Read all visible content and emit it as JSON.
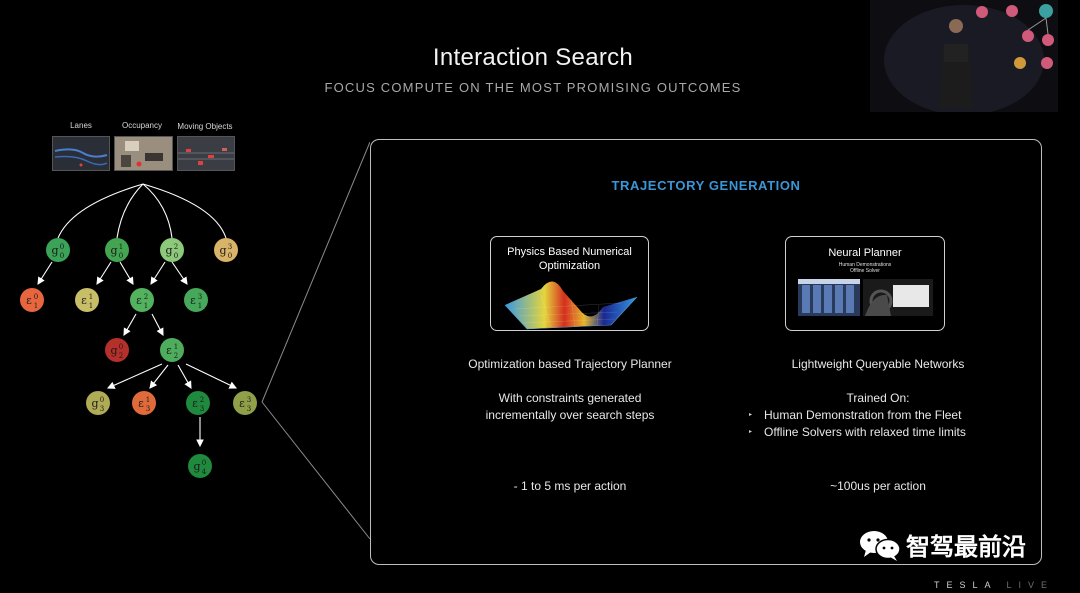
{
  "header": {
    "title": "Interaction Search",
    "subtitle": "FOCUS COMPUTE ON THE MOST PROMISING OUTCOMES"
  },
  "inputs": [
    {
      "label": "Lanes"
    },
    {
      "label": "Occupancy"
    },
    {
      "label": "Moving Objects"
    }
  ],
  "tree": {
    "nodes": [
      {
        "id": "g00",
        "base": "g",
        "sup": "0",
        "sub": "0",
        "color": "#3aa357"
      },
      {
        "id": "g01",
        "base": "g",
        "sup": "1",
        "sub": "0",
        "color": "#43a452"
      },
      {
        "id": "g02",
        "base": "g",
        "sup": "2",
        "sub": "0",
        "color": "#8cc97b"
      },
      {
        "id": "g03",
        "base": "g",
        "sup": "3",
        "sub": "0",
        "color": "#d9b368"
      },
      {
        "id": "e10",
        "base": "ε",
        "sup": "0",
        "sub": "1",
        "color": "#e8663e"
      },
      {
        "id": "e11",
        "base": "ε",
        "sup": "1",
        "sub": "1",
        "color": "#c8be68"
      },
      {
        "id": "e12",
        "base": "ε",
        "sup": "2",
        "sub": "1",
        "color": "#52b25e"
      },
      {
        "id": "e13",
        "base": "ε",
        "sup": "3",
        "sub": "1",
        "color": "#46a85b"
      },
      {
        "id": "g20",
        "base": "g",
        "sup": "0",
        "sub": "2",
        "color": "#b5302b"
      },
      {
        "id": "e21",
        "base": "ε",
        "sup": "1",
        "sub": "2",
        "color": "#4ead5c"
      },
      {
        "id": "g30",
        "base": "g",
        "sup": "0",
        "sub": "3",
        "color": "#b0ab55"
      },
      {
        "id": "e31",
        "base": "ε",
        "sup": "1",
        "sub": "3",
        "color": "#e06a3a"
      },
      {
        "id": "e32",
        "base": "ε",
        "sup": "2",
        "sub": "3",
        "color": "#1f8a3d"
      },
      {
        "id": "e33",
        "base": "ε",
        "sup": "3",
        "sub": "3",
        "color": "#8ea048"
      },
      {
        "id": "g40",
        "base": "g",
        "sup": "0",
        "sub": "4",
        "color": "#1f8a3d"
      }
    ]
  },
  "panel": {
    "title": "TRAJECTORY GENERATION",
    "left": {
      "card_title": "Physics Based Numerical Optimization",
      "heading": "Optimization based Trajectory Planner",
      "desc_line1": "With constraints generated",
      "desc_line2": "incrementally over search steps",
      "timing": "- 1 to 5 ms per action"
    },
    "right": {
      "card_title": "Neural Planner",
      "card_sub1": "Human Demonstrations",
      "card_sub2": "Offline Solver",
      "heading": "Lightweight Queryable Networks",
      "trained_on": "Trained On:",
      "bullets": [
        "Human Demonstration from the Fleet",
        "Offline Solvers with relaxed time limits"
      ],
      "timing": "~100us per action"
    }
  },
  "watermark": "智驾最前沿",
  "footer": {
    "brand": "TESLA",
    "live": "LIVE"
  },
  "colors": {
    "accent": "#3a96d6",
    "background": "#000000"
  }
}
